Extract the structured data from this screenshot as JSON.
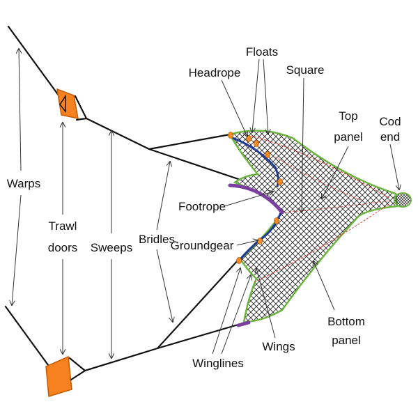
{
  "labels": {
    "warps": "Warps",
    "trawl": "Trawl",
    "doors": "doors",
    "sweeps": "Sweeps",
    "bridles": "Bridles",
    "headrope": "Headrope",
    "floats": "Floats",
    "square": "Square",
    "top": "Top",
    "top_panel": "panel",
    "cod": "Cod",
    "end": "end",
    "footrope": "Footrope",
    "groundgear": "Groundgear",
    "winglines": "Winglines",
    "wings": "Wings",
    "bottom": "Bottom",
    "bottom_panel": "panel"
  },
  "colors": {
    "door": "#f5821f",
    "door_edge": "#c45a00",
    "net_outline": "#6db33f",
    "mesh": "#222222",
    "seam": "#e03c31",
    "headrope": "#1f3a93",
    "footrope": "#7b3fa0",
    "float": "#f28c28"
  }
}
